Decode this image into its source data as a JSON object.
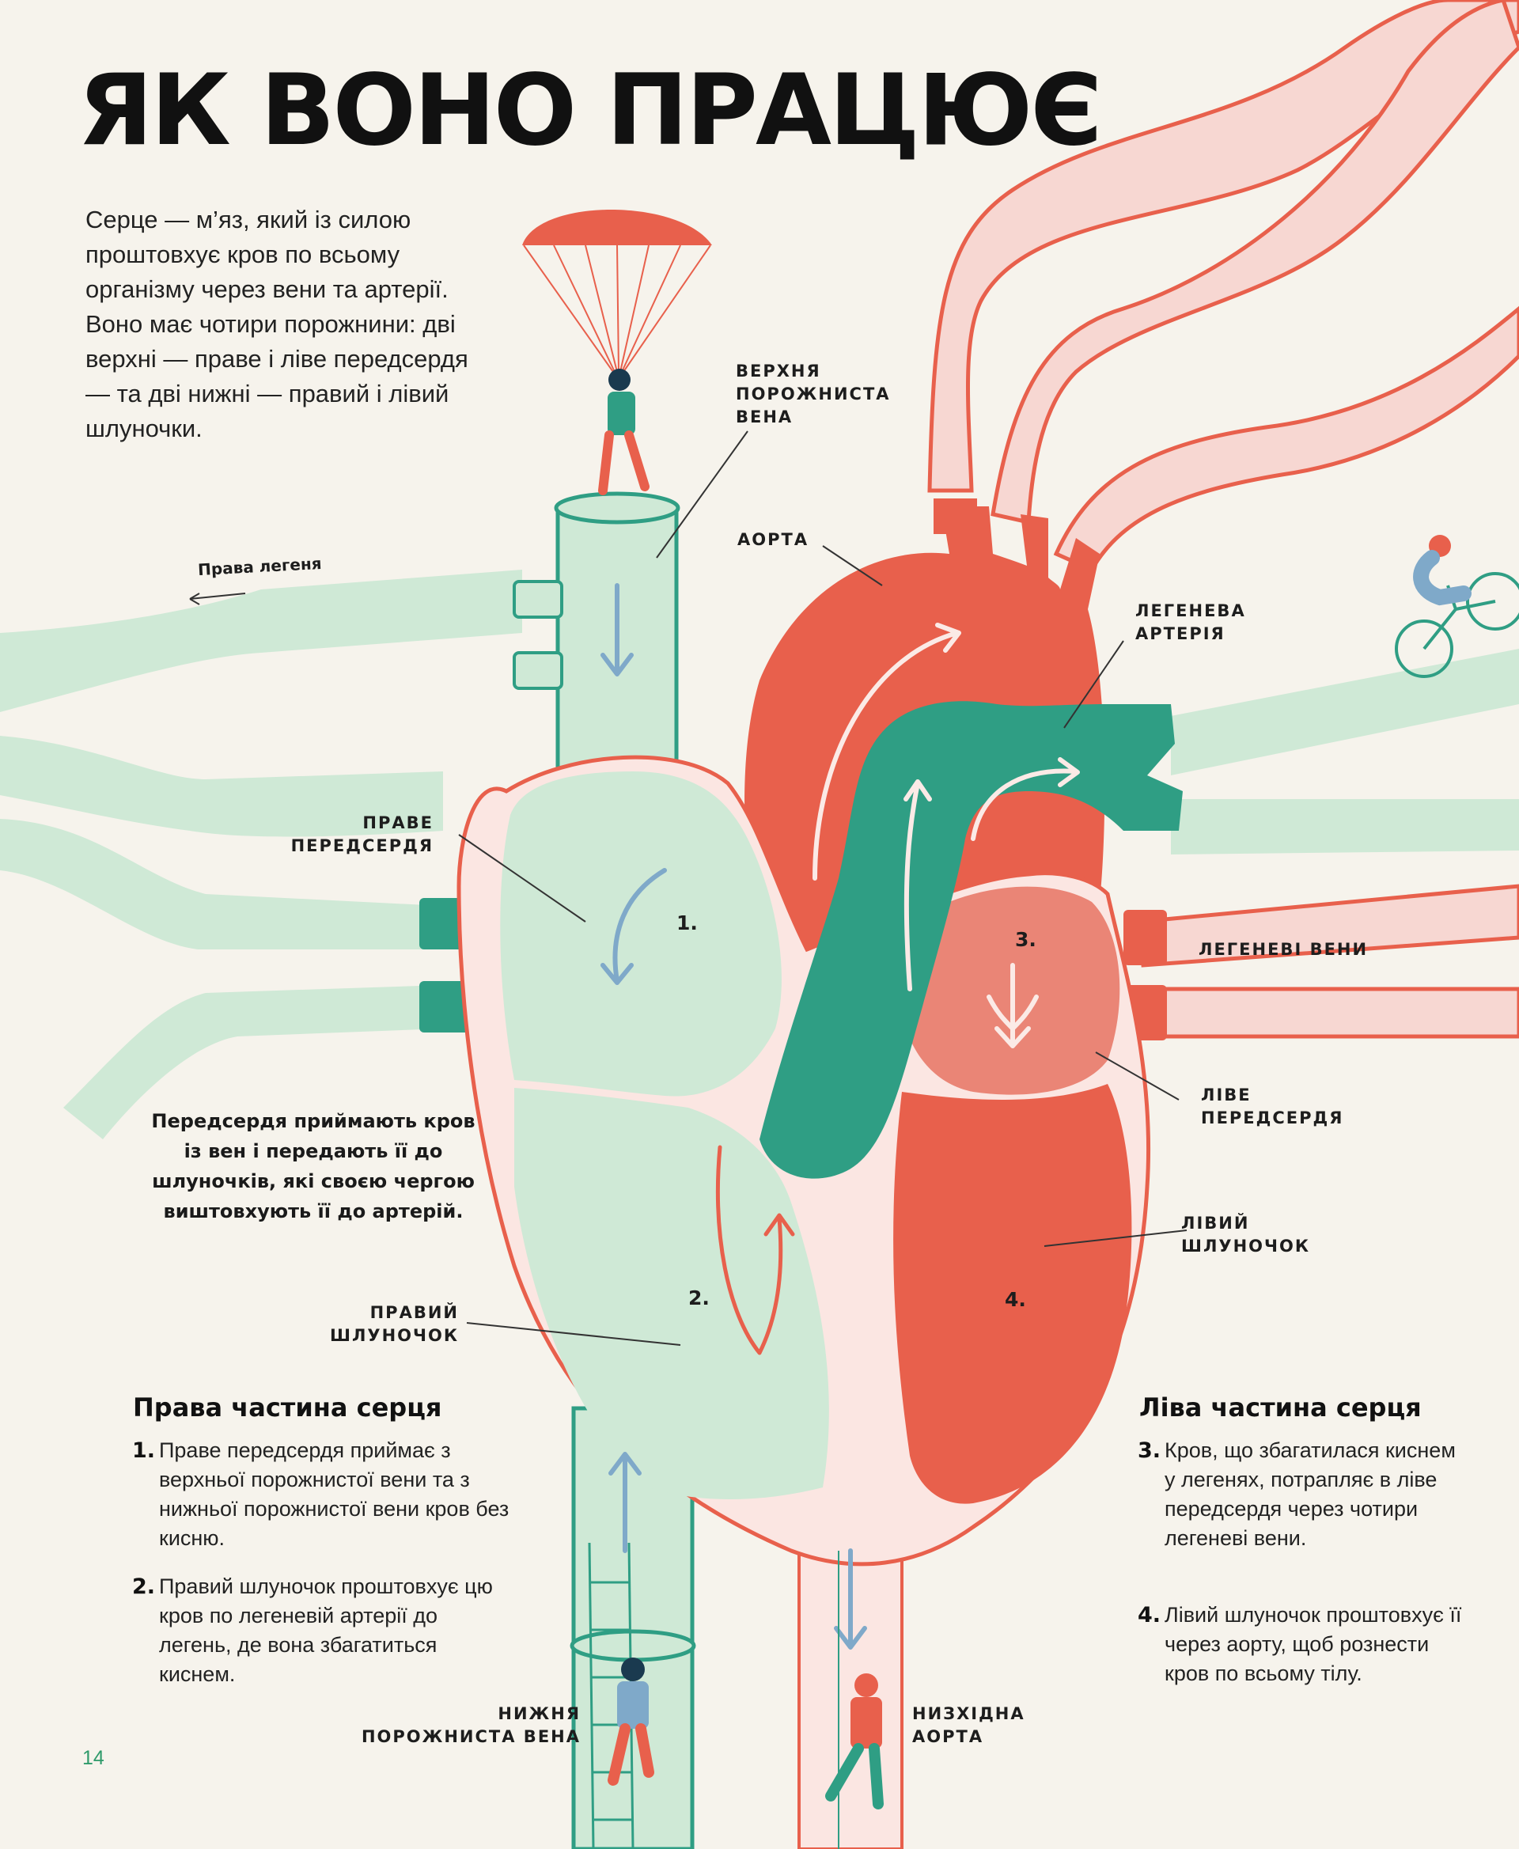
{
  "title": "ЯК ВОНО ПРАЦЮЄ",
  "intro": "Серце — м’яз, який із силою проштовхує кров по всьому організму через вени та артерії. Воно має чотири порожнини: дві верхні — праве і ліве передсердя — та дві нижні — правий і лівий шлуночки.",
  "labels": {
    "superior_vena_cava": [
      "ВЕРХНЯ",
      "ПОРОЖНИСТА",
      "ВЕНА"
    ],
    "aorta": "АОРТА",
    "pulmonary_artery": [
      "ЛЕГЕНЕВА",
      "АРТЕРІЯ"
    ],
    "right_atrium": [
      "ПРАВЕ",
      "ПЕРЕДСЕРДЯ"
    ],
    "pulmonary_veins": "ЛЕГЕНЕВІ ВЕНИ",
    "left_atrium": [
      "ЛІВЕ",
      "ПЕРЕДСЕРДЯ"
    ],
    "left_ventricle": [
      "ЛІВИЙ",
      "ШЛУНОЧОК"
    ],
    "right_ventricle": [
      "ПРАВИЙ",
      "ШЛУНОЧОК"
    ],
    "inferior_vena_cava": [
      "НИЖНЯ",
      "ПОРОЖНИСТА ВЕНА"
    ],
    "descending_aorta": [
      "НИЗХІДНА",
      "АОРТА"
    ],
    "right_lung": "Права легеня"
  },
  "chamber_numbers": [
    "1.",
    "2.",
    "3.",
    "4."
  ],
  "callout": "Передсердя приймають кров із вен і передають її до шлуночків, які своєю чергою виштовхують її до артерій.",
  "right_side": {
    "title": "Права частина серця",
    "steps": [
      {
        "n": "1.",
        "text": "Праве передсердя приймає з верхньої порожнистої вени та з нижньої порожнистої вени кров без кисню."
      },
      {
        "n": "2.",
        "text": "Правий шлуночок проштовхує цю кров по легеневій артерії до легень, де вона збагатиться киснем."
      }
    ]
  },
  "left_side": {
    "title": "Ліва частина серця",
    "steps": [
      {
        "n": "3.",
        "text": "Кров, що збагатилася киснем у легенях, потрапляє в ліве передсердя через чотири легеневі вени."
      },
      {
        "n": "4.",
        "text": "Лівий шлуночок проштовхує її через аорту, щоб рознести кров по всьому тілу."
      }
    ]
  },
  "page_number": "14",
  "colors": {
    "background": "#f6f3ec",
    "teal": "#2f9e84",
    "light_green": "#cfe9d6",
    "red": "#e8604c",
    "pink": "#f4c6bf",
    "arrow_blue": "#7fa9c9"
  }
}
